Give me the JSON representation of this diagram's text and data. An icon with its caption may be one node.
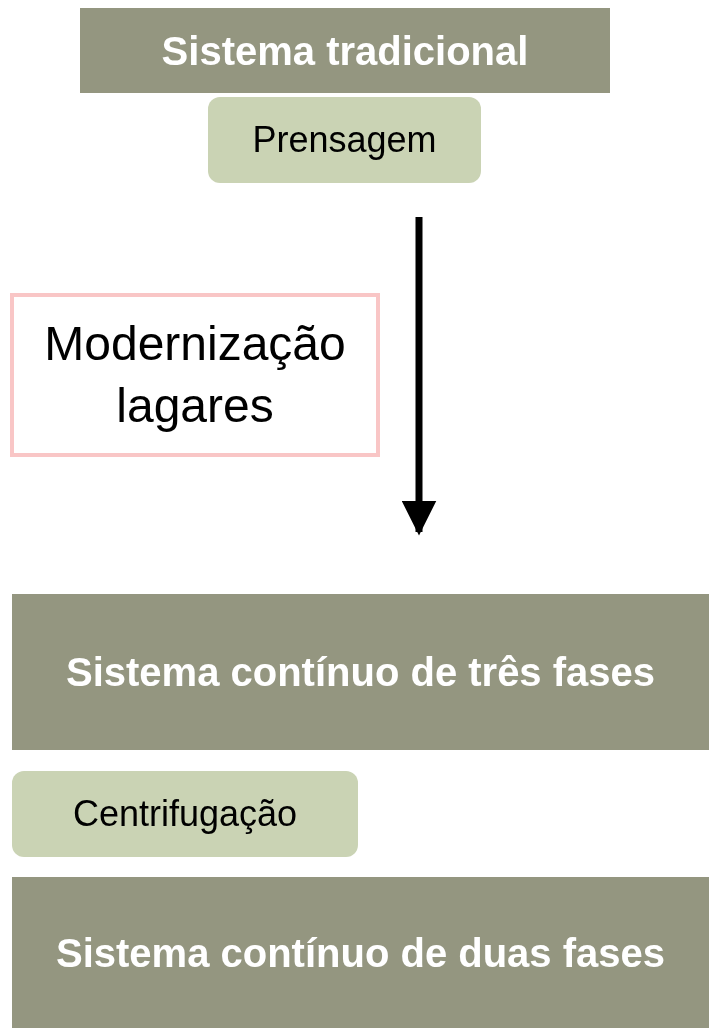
{
  "diagram": {
    "nodes": [
      {
        "text": [
          "Sistema tradicional"
        ]
      },
      {
        "text": [
          "Prensagem"
        ]
      },
      {
        "text": [
          "Modernização lagares"
        ]
      },
      {
        "text": [
          "Sistema contínuo de três fases"
        ]
      },
      {
        "text": [
          "Centrifugação"
        ]
      },
      {
        "text": [
          "Sistema contínuo de duas fases"
        ]
      }
    ],
    "edges": [
      {
        "from": 1,
        "to": 3,
        "arrow": "to"
      }
    ]
  }
}
